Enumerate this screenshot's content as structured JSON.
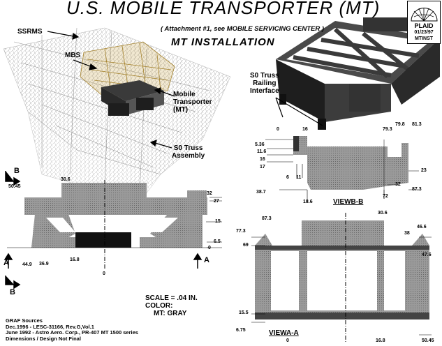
{
  "title": "U.S. MOBILE TRANSPORTER (MT)",
  "subtitle": "( Attachment #1, see MOBILE SERVICING CENTER )",
  "install_heading": "MT INSTALLATION",
  "logo": {
    "name": "PLAID",
    "date": "01/23/97",
    "code": "MTINST"
  },
  "callouts": {
    "ssrms": "SSRMS",
    "mbs": "MBS",
    "mt": [
      "Mobile",
      "Transporter",
      "(MT)"
    ],
    "s0": [
      "S0 Truss",
      "Assembly"
    ],
    "rail": [
      "S0 Truss",
      "Railing",
      "Interface"
    ]
  },
  "view_b_label": "VIEWB-B",
  "view_a_label": "VIEWA-A",
  "section_markers": {
    "a": "A",
    "b": "B"
  },
  "front_dims": [
    "30.6",
    "50.45",
    "32",
    "27",
    "15",
    "6.5",
    "0",
    "16.8",
    "44.9",
    "36.9",
    "0"
  ],
  "viewb_dims": [
    "0",
    "16",
    "5.36",
    "11.6",
    "16",
    "17",
    "6",
    "11",
    "79.3",
    "79.8",
    "81.3",
    "23",
    "32",
    "87.3",
    "72",
    "38.7",
    "18.6"
  ],
  "viewa_dims": [
    "87.3",
    "30.6",
    "38",
    "46.6",
    "77.3",
    "69",
    "47.6",
    "15.5",
    "6.75",
    "0",
    "16.8",
    "50.45"
  ],
  "scale": {
    "line1": "SCALE = .04 IN.",
    "line2": "COLOR:",
    "line3": "MT:  GRAY"
  },
  "notes": [
    "GRAF Sources",
    "Dec.1996 - LESC-31166, Rev.G,Vol.1",
    "June 1992 - Astro Aero. Corp., PR-407 MT 1500 series",
    "Dimensions / Design Not Final"
  ]
}
